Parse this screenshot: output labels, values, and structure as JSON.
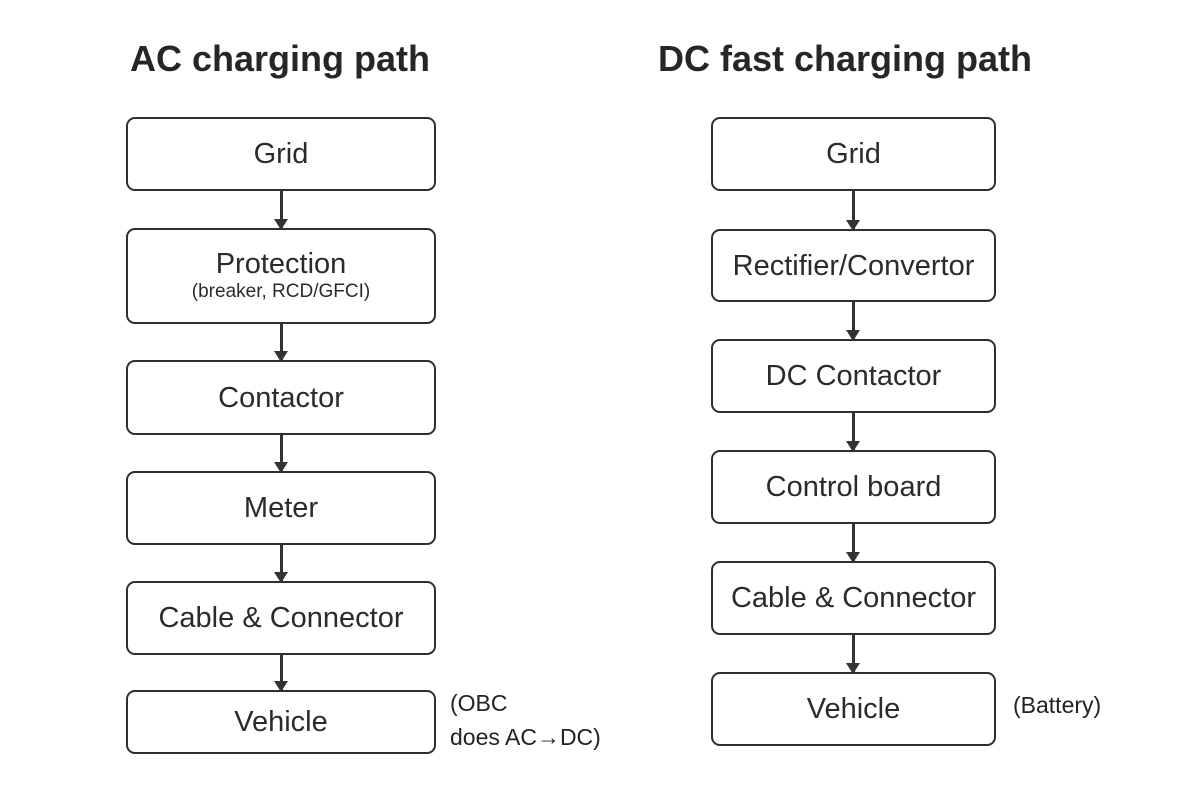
{
  "ac": {
    "title": "AC charging path",
    "steps": [
      {
        "label": "Grid"
      },
      {
        "label": "Protection",
        "sub": "(breaker, RCD/GFCI)"
      },
      {
        "label": "Contactor"
      },
      {
        "label": "Meter"
      },
      {
        "label": "Cable & Connector"
      },
      {
        "label": "Vehicle"
      }
    ],
    "note_line1": "(OBC",
    "note_line2": "does AC→DC)"
  },
  "dc": {
    "title": "DC fast charging path",
    "steps": [
      {
        "label": "Grid"
      },
      {
        "label": "Rectifier/Convertor"
      },
      {
        "label": "DC Contactor"
      },
      {
        "label": "Control board"
      },
      {
        "label": "Cable & Connector"
      },
      {
        "label": "Vehicle"
      }
    ],
    "note": "(Battery)"
  }
}
